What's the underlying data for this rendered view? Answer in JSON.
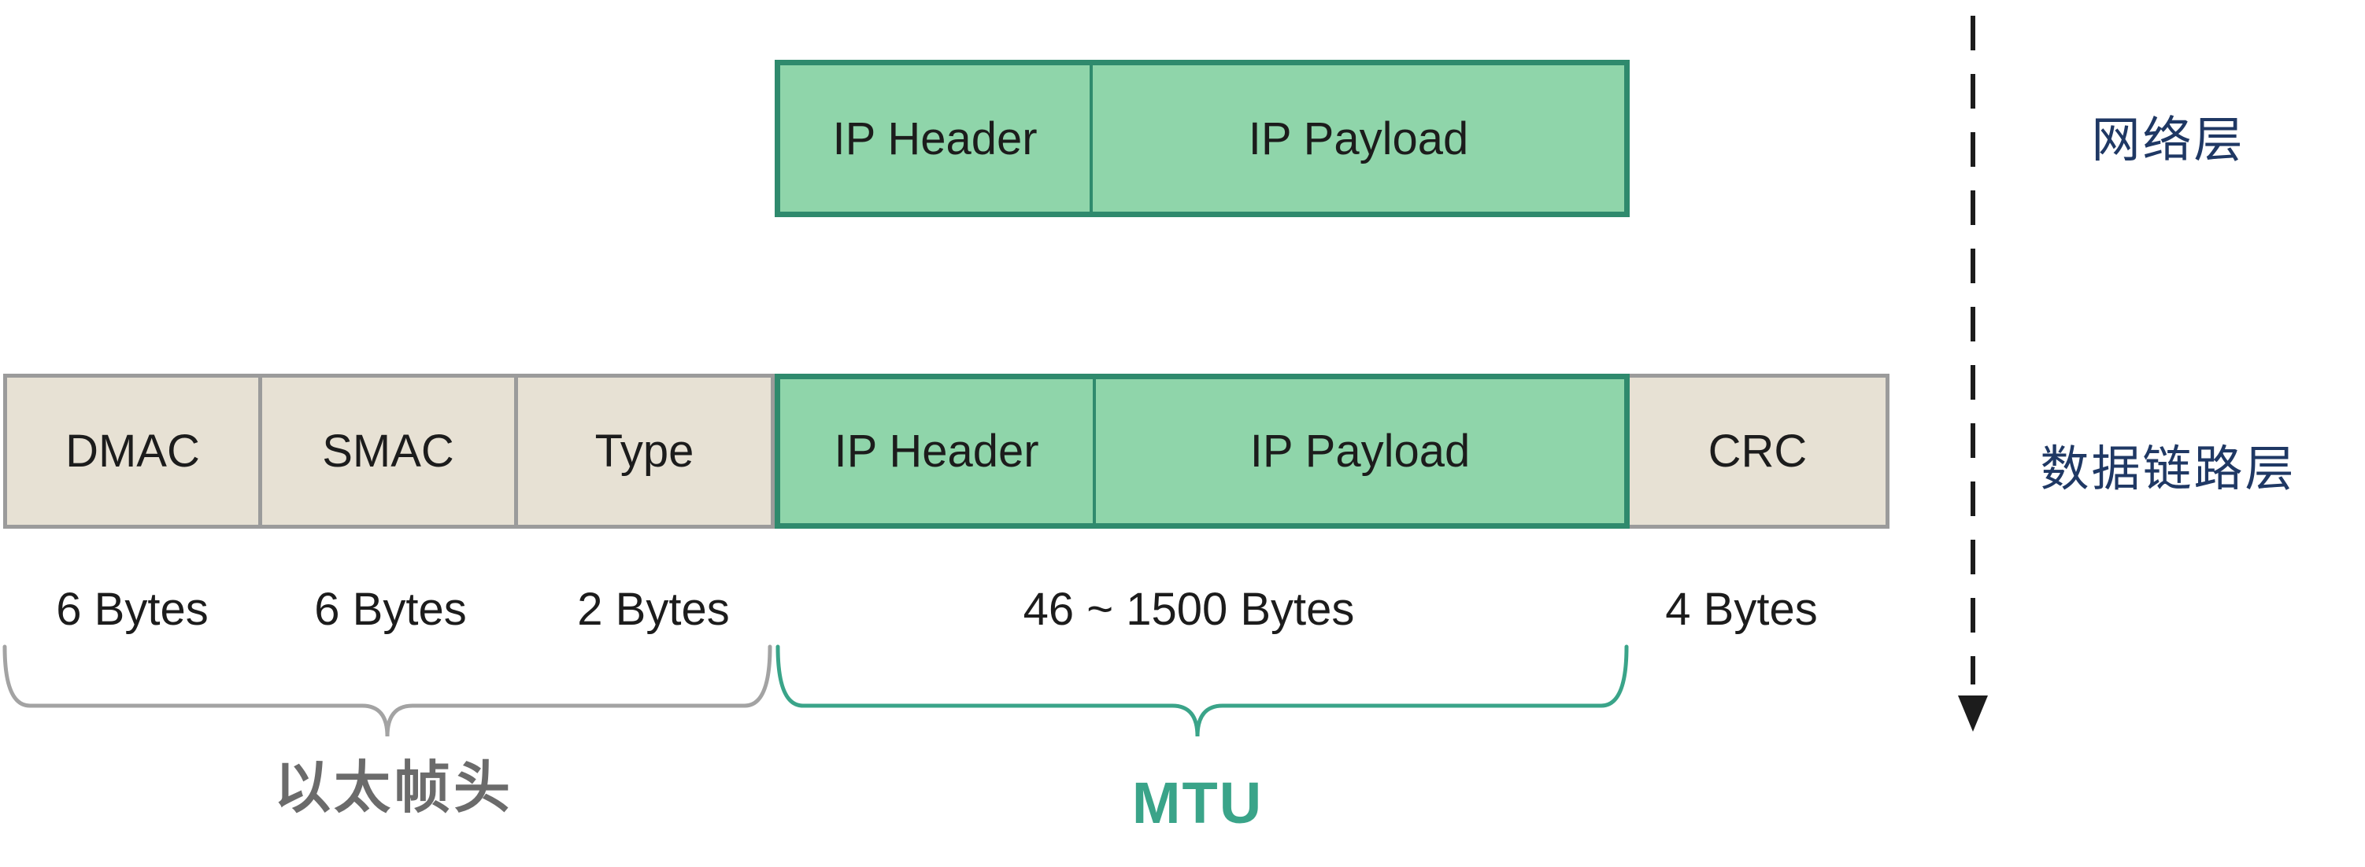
{
  "colors": {
    "green_fill": "#8fd5aa",
    "green_border": "#2f8a6d",
    "beige_fill": "#e7e1d4",
    "beige_border": "#9b9b9b",
    "teal_accent": "#3aa489",
    "gray_accent": "#a3a3a3",
    "gray_label": "#6b6b6b",
    "navy_label": "#1f3864",
    "text_dark": "#1c1c1c"
  },
  "network_layer_packet": {
    "cells": [
      {
        "label": "IP Header"
      },
      {
        "label": "IP Payload"
      }
    ]
  },
  "datalink_frame": {
    "cells": [
      {
        "label": "DMAC",
        "size": "6 Bytes"
      },
      {
        "label": "SMAC",
        "size": "6 Bytes"
      },
      {
        "label": "Type",
        "size": "2 Bytes"
      },
      {
        "label": "IP Header"
      },
      {
        "label": "IP Payload"
      },
      {
        "label": "CRC",
        "size": "4 Bytes"
      }
    ]
  },
  "byte_labels": [
    {
      "text": "6 Bytes"
    },
    {
      "text": "6 Bytes"
    },
    {
      "text": "2 Bytes"
    },
    {
      "text": "46 ~ 1500 Bytes"
    },
    {
      "text": "4 Bytes"
    }
  ],
  "brace_labels": {
    "ethernet_header": "以太帧头",
    "mtu": "MTU"
  },
  "layer_labels": {
    "network": "网络层",
    "datalink": "数据链路层"
  }
}
